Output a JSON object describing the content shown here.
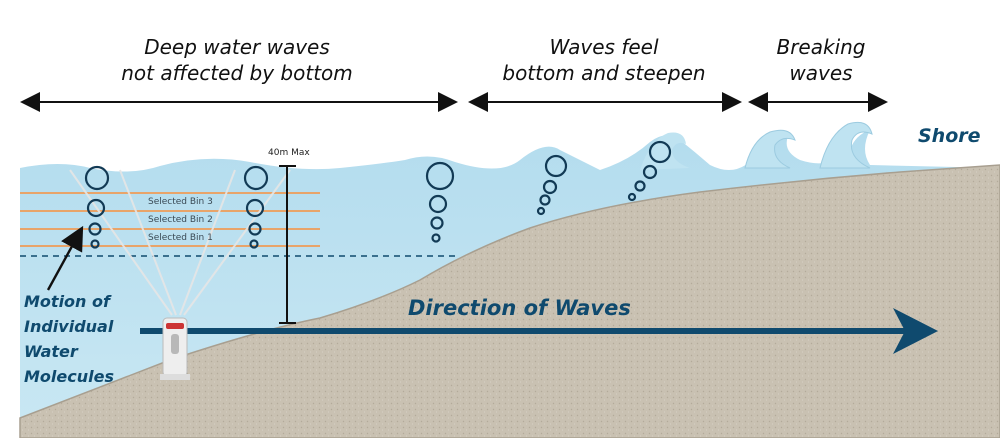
{
  "zones": [
    {
      "line1": "Deep water waves",
      "line2": "not affected by bottom"
    },
    {
      "line1": "Waves feel",
      "line2": "bottom and steepen"
    },
    {
      "line1": "Breaking",
      "line2": "waves"
    }
  ],
  "shore_label": "Shore",
  "direction_label": "Direction of Waves",
  "max_label": "40m Max",
  "bins": [
    "Selected Bin 3",
    "Selected Bin 2",
    "Selected Bin 1"
  ],
  "motion_label": [
    "Motion of",
    "Individual",
    "Water",
    "Molecules"
  ],
  "colors": {
    "water": "#bfe3f1",
    "water_dark": "#93cde6",
    "sand": "#c9c1b2",
    "sand_edge": "#a89f90",
    "dark_blue": "#0f4a6e",
    "bin_line": "#e8a46a"
  }
}
